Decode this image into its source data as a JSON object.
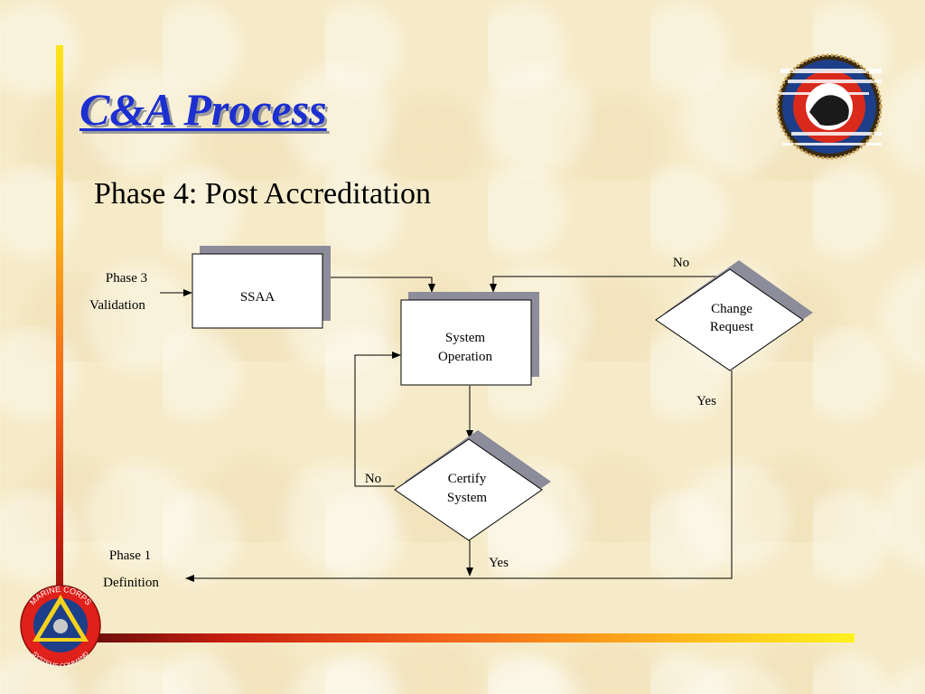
{
  "slide": {
    "title": "C&A Process",
    "subtitle": "Phase 4: Post Accreditation"
  },
  "diagram": {
    "input_label_line1": "Phase 3",
    "input_label_line2": "Validation",
    "output_label_line1": "Phase 1",
    "output_label_line2": "Definition",
    "ssaa_label": "SSAA",
    "system_operation_line1": "System",
    "system_operation_line2": "Operation",
    "certify_line1": "Certify",
    "certify_line2": "System",
    "change_line1": "Change",
    "change_line2": "Request",
    "certify_no": "No",
    "certify_yes": "Yes",
    "change_no": "No",
    "change_yes": "Yes"
  },
  "logo_bottom_left": {
    "text_top": "MARINE CORPS",
    "text_bottom": "SYSTEMS COMMAND"
  },
  "colors": {
    "title": "#1c2fd0",
    "background": "#f6ebc8",
    "box_shadow": "#8c8c9a",
    "line": "#000000"
  }
}
